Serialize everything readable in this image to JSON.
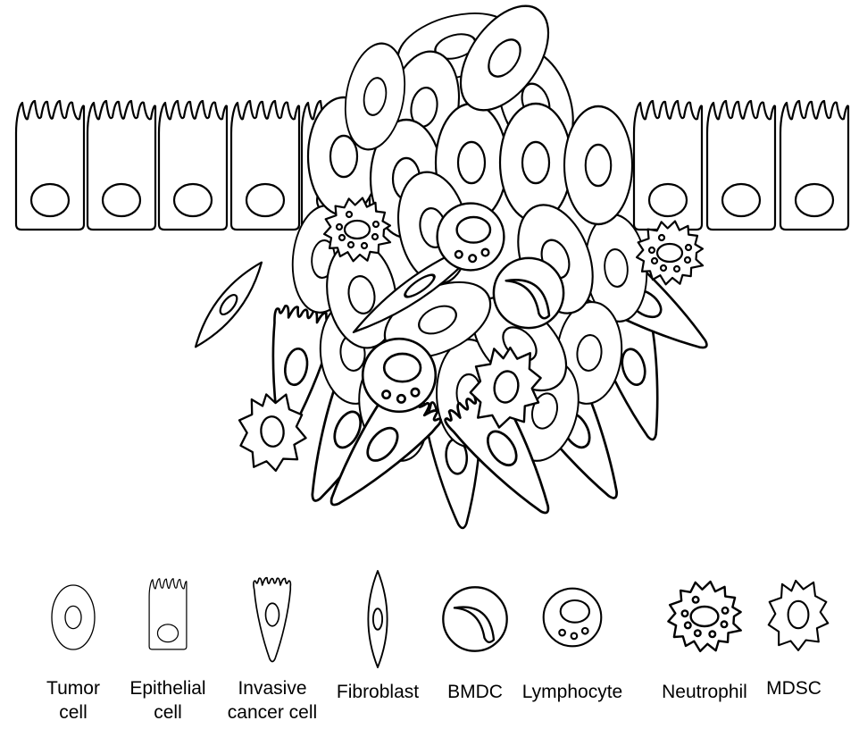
{
  "figure": {
    "legend": [
      {
        "id": "tumor",
        "lines": [
          "Tumor",
          "cell"
        ]
      },
      {
        "id": "epithelial",
        "lines": [
          "Epithelial",
          "cell"
        ]
      },
      {
        "id": "invasive",
        "lines": [
          "Invasive",
          "cancer cell"
        ]
      },
      {
        "id": "fibroblast",
        "lines": [
          "Fibroblast"
        ]
      },
      {
        "id": "bmdc",
        "lines": [
          "BMDC"
        ]
      },
      {
        "id": "lymphocyte",
        "lines": [
          "Lymphocyte"
        ]
      },
      {
        "id": "neutrophil",
        "lines": [
          "Neutrophil"
        ]
      },
      {
        "id": "mdsc",
        "lines": [
          "MDSC"
        ]
      }
    ]
  },
  "colors": {
    "stroke": "#000000",
    "fill": "#ffffff"
  }
}
